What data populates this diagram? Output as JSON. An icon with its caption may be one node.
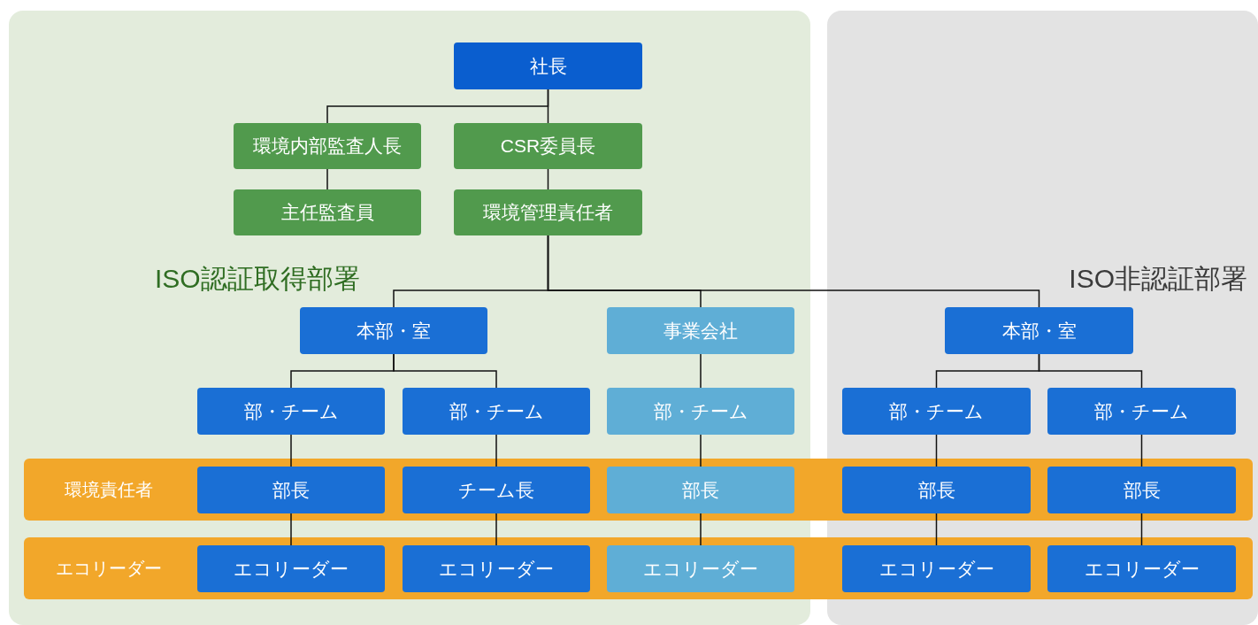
{
  "diagram": {
    "nodes": [
      {
        "text": [
          "ISO認証取得部署"
        ]
      },
      {
        "text": [
          "社長"
        ],
        "in": 0
      },
      {
        "text": [
          "環境内部監査人長"
        ],
        "in": 0
      },
      {
        "text": [
          "CSR委員長"
        ],
        "in": 0
      },
      {
        "text": [
          "主任監査員"
        ],
        "in": 0
      },
      {
        "text": [
          "環境管理責任者"
        ],
        "in": 0
      },
      {
        "text": [
          "本部・室"
        ],
        "in": 0
      },
      {
        "text": [
          "事業会社"
        ],
        "in": 0
      },
      {
        "text": [
          "部・チーム"
        ],
        "in": 0
      },
      {
        "text": [
          "部・チーム"
        ],
        "in": 0
      },
      {
        "text": [
          "部・チーム"
        ],
        "in": 0
      },
      {
        "text": [
          "ISO非認証部署"
        ]
      },
      {
        "text": [
          "本部・室"
        ],
        "in": 11
      },
      {
        "text": [
          "部・チーム"
        ],
        "in": 11
      },
      {
        "text": [
          "部・チーム"
        ],
        "in": 11
      },
      {
        "text": [
          "環境責任者"
        ]
      },
      {
        "text": [
          "部長"
        ]
      },
      {
        "text": [
          "チーム長"
        ]
      },
      {
        "text": [
          "部長"
        ]
      },
      {
        "text": [
          "部長"
        ]
      },
      {
        "text": [
          "部長"
        ]
      },
      {
        "text": [
          "エコリーダー"
        ]
      },
      {
        "text": [
          "エコリーダー"
        ]
      },
      {
        "text": [
          "エコリーダー"
        ]
      },
      {
        "text": [
          "エコリーダー"
        ]
      },
      {
        "text": [
          "エコリーダー"
        ]
      },
      {
        "text": [
          "エコリーダー"
        ]
      }
    ],
    "edges": [
      {
        "from": 1,
        "to": 2,
        "arrow": "none"
      },
      {
        "from": 1,
        "to": 3,
        "arrow": "none"
      },
      {
        "from": 2,
        "to": 4,
        "arrow": "none"
      },
      {
        "from": 3,
        "to": 5,
        "arrow": "none"
      },
      {
        "from": 5,
        "to": 6,
        "arrow": "none"
      },
      {
        "from": 5,
        "to": 7,
        "arrow": "none"
      },
      {
        "from": 5,
        "to": 12,
        "arrow": "none"
      },
      {
        "from": 6,
        "to": 8,
        "arrow": "none"
      },
      {
        "from": 6,
        "to": 9,
        "arrow": "none"
      },
      {
        "from": 7,
        "to": 10,
        "arrow": "none"
      },
      {
        "from": 12,
        "to": 13,
        "arrow": "none"
      },
      {
        "from": 12,
        "to": 14,
        "arrow": "none"
      },
      {
        "from": 8,
        "to": 16,
        "arrow": "none"
      },
      {
        "from": 9,
        "to": 17,
        "arrow": "none"
      },
      {
        "from": 10,
        "to": 18,
        "arrow": "none"
      },
      {
        "from": 13,
        "to": 19,
        "arrow": "none"
      },
      {
        "from": 14,
        "to": 20,
        "arrow": "none"
      },
      {
        "from": 16,
        "to": 22,
        "arrow": "none"
      },
      {
        "from": 17,
        "to": 23,
        "arrow": "none"
      },
      {
        "from": 18,
        "to": 24,
        "arrow": "none"
      },
      {
        "from": 19,
        "to": 25,
        "arrow": "none"
      },
      {
        "from": 20,
        "to": 26,
        "arrow": "none"
      }
    ]
  }
}
